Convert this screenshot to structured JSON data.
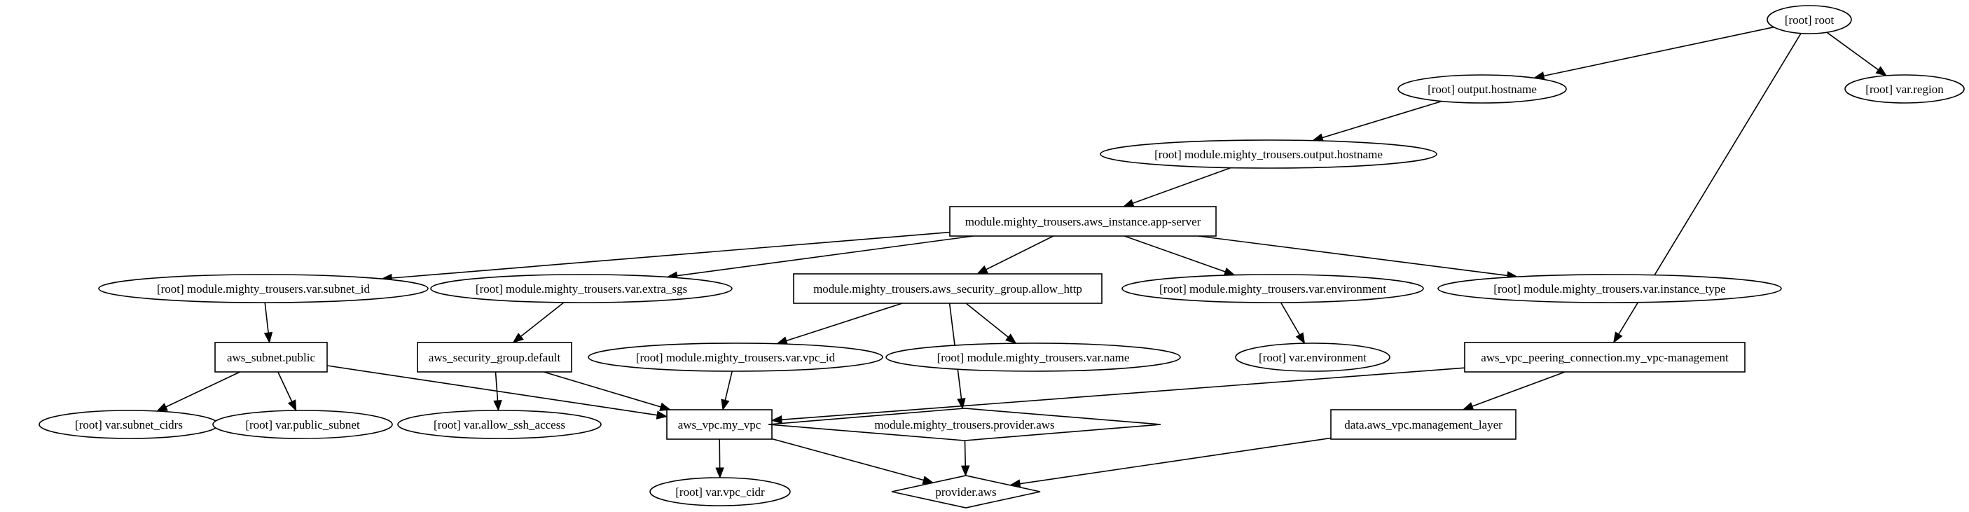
{
  "graph": {
    "nodes": [
      {
        "id": "root",
        "label": "[root] root",
        "shape": "ellipse"
      },
      {
        "id": "output_hostname",
        "label": "[root] output.hostname",
        "shape": "ellipse"
      },
      {
        "id": "var_region",
        "label": "[root] var.region",
        "shape": "ellipse"
      },
      {
        "id": "mod_output_hostname",
        "label": "[root] module.mighty_trousers.output.hostname",
        "shape": "ellipse"
      },
      {
        "id": "app_server",
        "label": "module.mighty_trousers.aws_instance.app-server",
        "shape": "box"
      },
      {
        "id": "mod_var_subnet_id",
        "label": "[root] module.mighty_trousers.var.subnet_id",
        "shape": "ellipse"
      },
      {
        "id": "mod_var_extra_sgs",
        "label": "[root] module.mighty_trousers.var.extra_sgs",
        "shape": "ellipse"
      },
      {
        "id": "sg_allow_http",
        "label": "module.mighty_trousers.aws_security_group.allow_http",
        "shape": "box"
      },
      {
        "id": "mod_var_environment",
        "label": "[root] module.mighty_trousers.var.environment",
        "shape": "ellipse"
      },
      {
        "id": "mod_var_instance_type",
        "label": "[root] module.mighty_trousers.var.instance_type",
        "shape": "ellipse"
      },
      {
        "id": "subnet_public",
        "label": "aws_subnet.public",
        "shape": "box"
      },
      {
        "id": "sg_default",
        "label": "aws_security_group.default",
        "shape": "box"
      },
      {
        "id": "mod_var_vpc_id",
        "label": "[root] module.mighty_trousers.var.vpc_id",
        "shape": "ellipse"
      },
      {
        "id": "mod_var_name",
        "label": "[root] module.mighty_trousers.var.name",
        "shape": "ellipse"
      },
      {
        "id": "var_environment",
        "label": "[root] var.environment",
        "shape": "ellipse"
      },
      {
        "id": "vpc_peering",
        "label": "aws_vpc_peering_connection.my_vpc-management",
        "shape": "box"
      },
      {
        "id": "var_subnet_cidrs",
        "label": "[root] var.subnet_cidrs",
        "shape": "ellipse"
      },
      {
        "id": "var_public_subnet",
        "label": "[root] var.public_subnet",
        "shape": "ellipse"
      },
      {
        "id": "var_allow_ssh",
        "label": "[root] var.allow_ssh_access",
        "shape": "ellipse"
      },
      {
        "id": "vpc_my_vpc",
        "label": "aws_vpc.my_vpc",
        "shape": "box"
      },
      {
        "id": "mod_provider_aws",
        "label": "module.mighty_trousers.provider.aws",
        "shape": "diamond"
      },
      {
        "id": "data_mgmt_layer",
        "label": "data.aws_vpc.management_layer",
        "shape": "box"
      },
      {
        "id": "var_vpc_cidr",
        "label": "[root] var.vpc_cidr",
        "shape": "ellipse"
      },
      {
        "id": "provider_aws",
        "label": "provider.aws",
        "shape": "diamond"
      }
    ],
    "edges": [
      {
        "from": "root",
        "to": "output_hostname"
      },
      {
        "from": "root",
        "to": "var_region"
      },
      {
        "from": "root",
        "to": "vpc_peering"
      },
      {
        "from": "output_hostname",
        "to": "mod_output_hostname"
      },
      {
        "from": "mod_output_hostname",
        "to": "app_server"
      },
      {
        "from": "app_server",
        "to": "mod_var_subnet_id"
      },
      {
        "from": "app_server",
        "to": "mod_var_extra_sgs"
      },
      {
        "from": "app_server",
        "to": "sg_allow_http"
      },
      {
        "from": "app_server",
        "to": "mod_var_environment"
      },
      {
        "from": "app_server",
        "to": "mod_var_instance_type"
      },
      {
        "from": "mod_var_subnet_id",
        "to": "subnet_public"
      },
      {
        "from": "mod_var_extra_sgs",
        "to": "sg_default"
      },
      {
        "from": "sg_allow_http",
        "to": "mod_var_vpc_id"
      },
      {
        "from": "sg_allow_http",
        "to": "mod_var_name"
      },
      {
        "from": "sg_allow_http",
        "to": "mod_provider_aws"
      },
      {
        "from": "mod_var_environment",
        "to": "var_environment"
      },
      {
        "from": "subnet_public",
        "to": "var_subnet_cidrs"
      },
      {
        "from": "subnet_public",
        "to": "var_public_subnet"
      },
      {
        "from": "subnet_public",
        "to": "vpc_my_vpc"
      },
      {
        "from": "sg_default",
        "to": "var_allow_ssh"
      },
      {
        "from": "sg_default",
        "to": "vpc_my_vpc"
      },
      {
        "from": "mod_var_vpc_id",
        "to": "vpc_my_vpc"
      },
      {
        "from": "vpc_peering",
        "to": "vpc_my_vpc"
      },
      {
        "from": "vpc_peering",
        "to": "data_mgmt_layer"
      },
      {
        "from": "vpc_my_vpc",
        "to": "var_vpc_cidr"
      },
      {
        "from": "vpc_my_vpc",
        "to": "provider_aws"
      },
      {
        "from": "mod_provider_aws",
        "to": "provider_aws"
      },
      {
        "from": "data_mgmt_layer",
        "to": "provider_aws"
      }
    ]
  }
}
